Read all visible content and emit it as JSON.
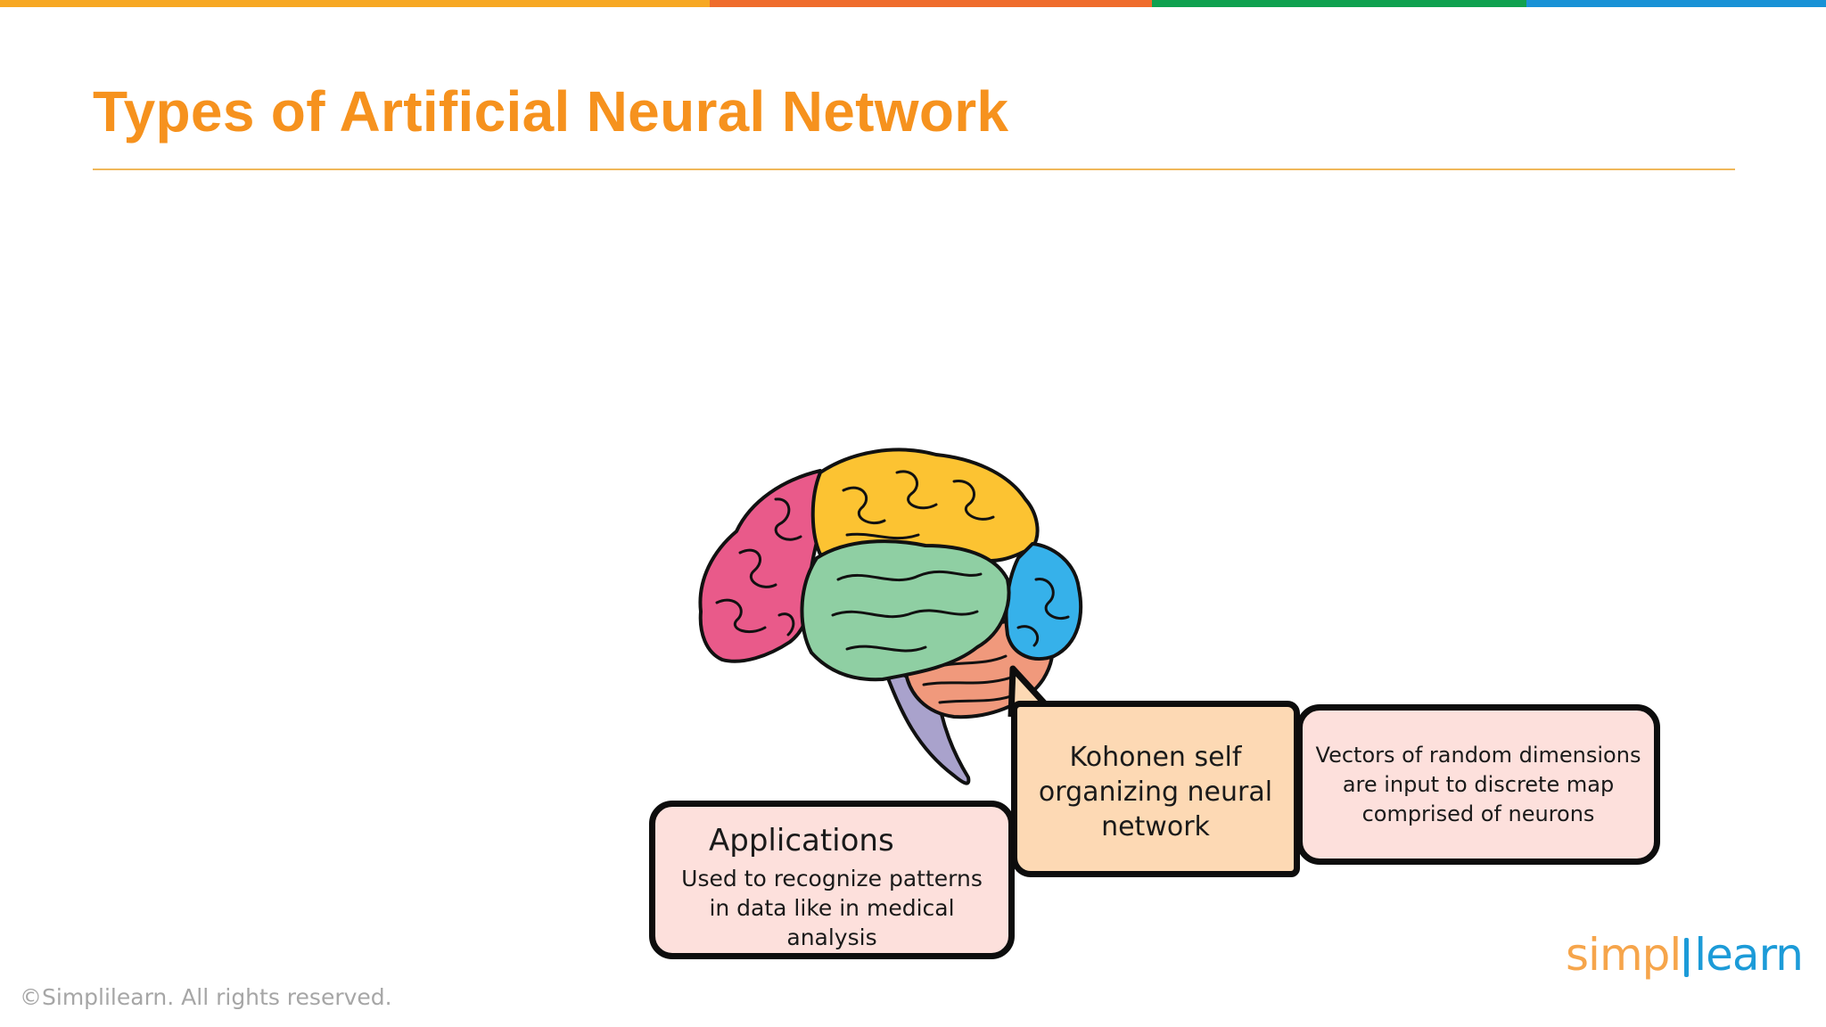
{
  "colors": {
    "title": "#f6921e",
    "rule": "#f0b85a",
    "topbar": [
      "#f7a823",
      "#ef6c2c",
      "#10a14f",
      "#1892d6"
    ],
    "logo_orange": "#f6a54b",
    "logo_blue": "#1c9bd8"
  },
  "slide": {
    "title": "Types of Artificial Neural Network"
  },
  "diagram": {
    "image": "brain-illustration",
    "kohonen_label": "Kohonen self organizing neural network",
    "description": "Vectors of random dimensions are input to discrete map comprised of neurons",
    "applications": {
      "heading": "Applications",
      "body": "Used to recognize patterns in data like in medical analysis"
    }
  },
  "footer": {
    "copyright": "©Simplilearn. All rights reserved.",
    "logo_part1": "simpl",
    "logo_part2": "learn"
  }
}
